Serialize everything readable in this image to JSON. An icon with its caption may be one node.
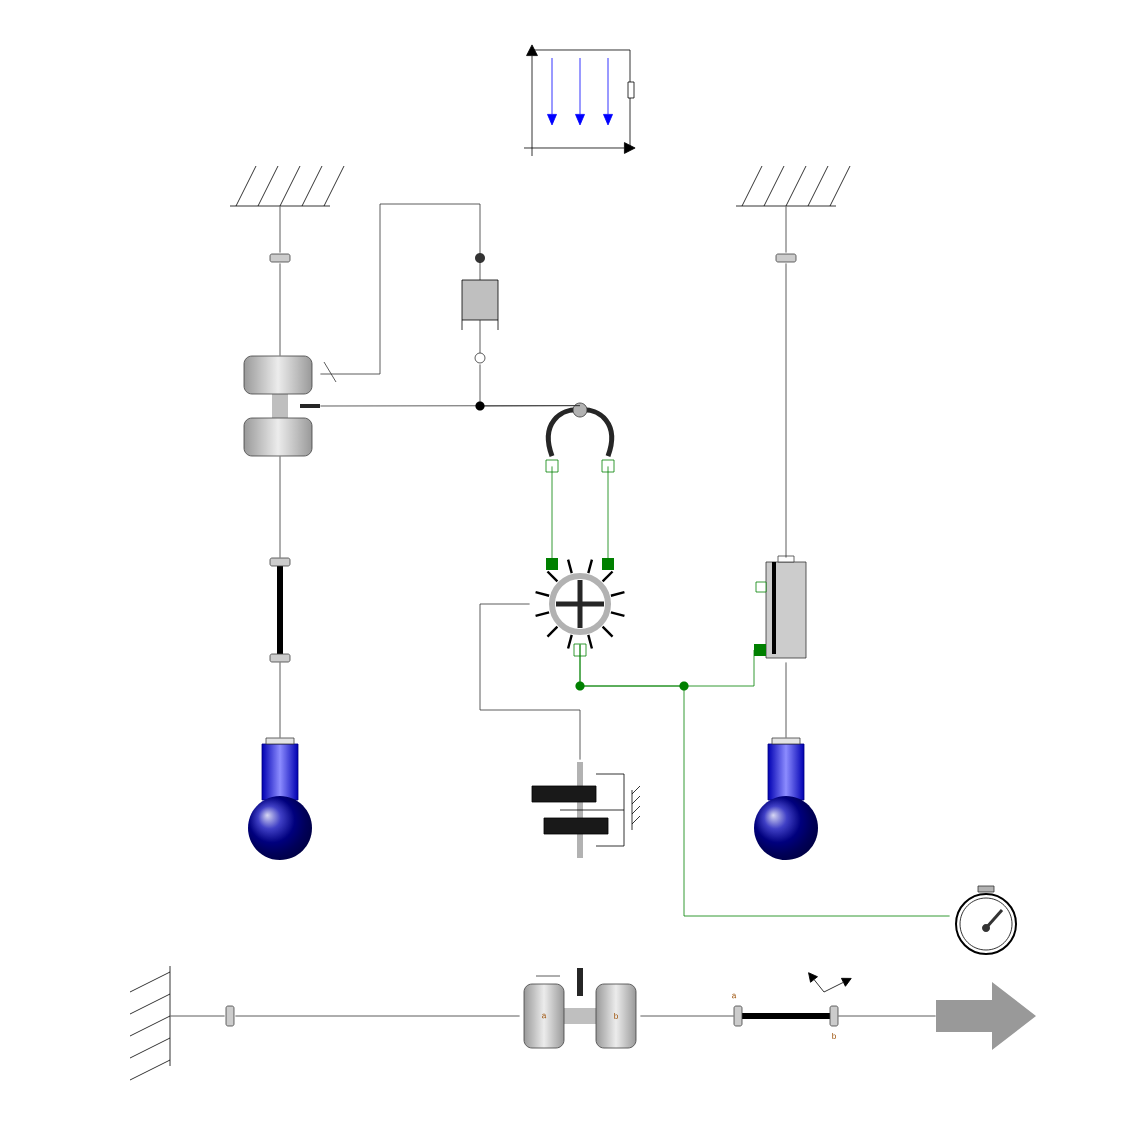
{
  "diagram": {
    "nodes": [
      {
        "text": [],
        "shape": "box"
      },
      {
        "text": [],
        "shape": "hatch"
      },
      {
        "text": [],
        "shape": "hatch"
      },
      {
        "text": [],
        "shape": "pin"
      },
      {
        "text": [],
        "shape": "wheels"
      },
      {
        "text": [],
        "shape": "cylinder"
      },
      {
        "text": [],
        "shape": "bar"
      },
      {
        "text": [],
        "shape": "ball"
      },
      {
        "text": [],
        "shape": "pin"
      },
      {
        "text": [],
        "shape": "box"
      },
      {
        "text": [],
        "shape": "ball"
      },
      {
        "text": [],
        "shape": "clamp"
      },
      {
        "text": [],
        "shape": "wheel"
      },
      {
        "text": [],
        "shape": "gears"
      },
      {
        "text": [],
        "shape": "stopwatch"
      },
      {
        "text": [],
        "shape": "hatch"
      },
      {
        "text": [],
        "shape": "pin"
      },
      {
        "text": [
          "a",
          "b"
        ]
      },
      {
        "text": [],
        "shape": "bar",
        "beside": [
          "a",
          "b"
        ]
      },
      {
        "text": [],
        "shape": "arrow"
      }
    ],
    "edges": [
      {
        "from": 1,
        "to": 3,
        "arrow": "none"
      },
      {
        "from": 3,
        "to": 4,
        "arrow": "none"
      },
      {
        "from": 4,
        "to": 6,
        "arrow": "none"
      },
      {
        "from": 6,
        "to": 7,
        "arrow": "none"
      },
      {
        "from": 4,
        "to": 5,
        "arrow": "none"
      },
      {
        "from": 4,
        "to": 11,
        "arrow": "none"
      },
      {
        "from": 5,
        "to": 11,
        "arrow": "none"
      },
      {
        "from": 2,
        "to": 8,
        "arrow": "none"
      },
      {
        "from": 8,
        "to": 9,
        "arrow": "none"
      },
      {
        "from": 9,
        "to": 10,
        "arrow": "none"
      },
      {
        "from": 11,
        "to": 12,
        "arrow": "none",
        "color": "#008000"
      },
      {
        "from": 11,
        "to": 12,
        "arrow": "none",
        "color": "#008000"
      },
      {
        "from": 12,
        "to": 9,
        "arrow": "none",
        "color": "#008000"
      },
      {
        "from": 12,
        "to": 14,
        "arrow": "none",
        "color": "#008000"
      },
      {
        "from": 12,
        "to": 13,
        "arrow": "none"
      },
      {
        "from": 15,
        "to": 16,
        "arrow": "none"
      },
      {
        "from": 16,
        "to": 17,
        "arrow": "none"
      },
      {
        "from": 17,
        "to": 18,
        "arrow": "none"
      },
      {
        "from": 18,
        "to": 19,
        "arrow": "none"
      }
    ]
  }
}
